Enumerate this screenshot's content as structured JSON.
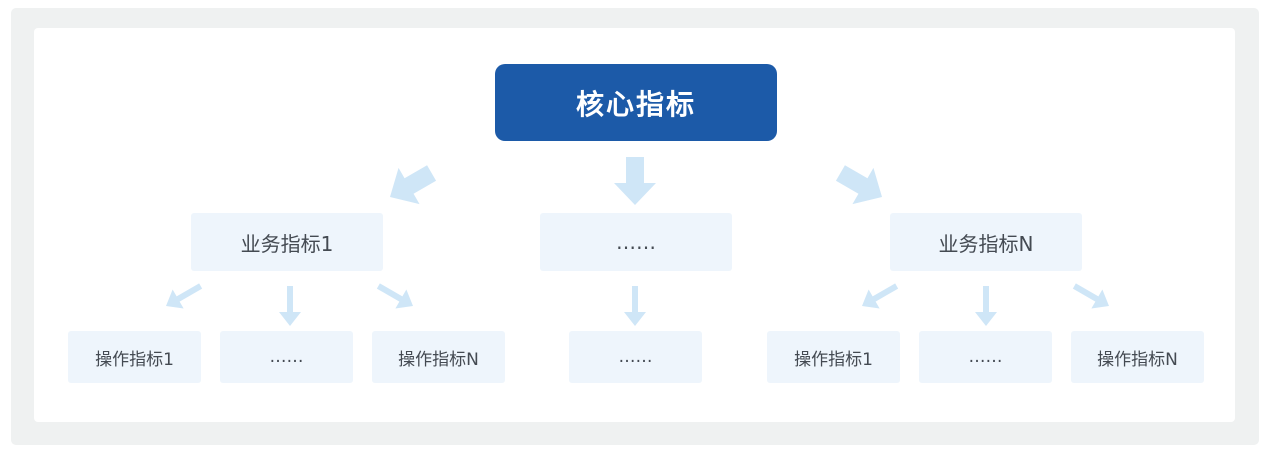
{
  "core": {
    "label": "核心指标"
  },
  "business": [
    {
      "label": "业务指标1"
    },
    {
      "label": "……"
    },
    {
      "label": "业务指标N"
    }
  ],
  "operations": [
    {
      "label": "操作指标1"
    },
    {
      "label": "……"
    },
    {
      "label": "操作指标N"
    },
    {
      "label": "……"
    },
    {
      "label": "操作指标1"
    },
    {
      "label": "……"
    },
    {
      "label": "操作指标N"
    }
  ],
  "colors": {
    "core_fill": "#1c5aa8",
    "node_fill": "#eef5fc",
    "arrow": "#cfe6f7",
    "frame": "#eff1f1"
  }
}
